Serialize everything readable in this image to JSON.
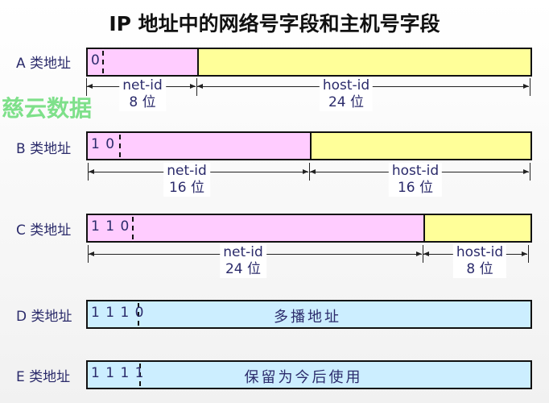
{
  "title": "IP 地址中的网络号字段和主机号字段",
  "watermark": "慈云数据",
  "colors": {
    "net": "#ffccff",
    "host": "#ffff99",
    "special": "#cceeff",
    "text": "#2b2b6b"
  },
  "classes": [
    {
      "label": "A 类地址",
      "bits": "0",
      "net_label": "net-id",
      "net_bits": "8 位",
      "host_label": "host-id",
      "host_bits": "24 位"
    },
    {
      "label": "B 类地址",
      "bits": "1 0",
      "net_label": "net-id",
      "net_bits": "16 位",
      "host_label": "host-id",
      "host_bits": "16 位"
    },
    {
      "label": "C 类地址",
      "bits": "1 1 0",
      "net_label": "net-id",
      "net_bits": "24 位",
      "host_label": "host-id",
      "host_bits": "8 位"
    },
    {
      "label": "D 类地址",
      "bits": "1 1 1 0",
      "text": "多播地址"
    },
    {
      "label": "E 类地址",
      "bits": "1 1 1 1",
      "text": "保留为今后使用"
    }
  ]
}
